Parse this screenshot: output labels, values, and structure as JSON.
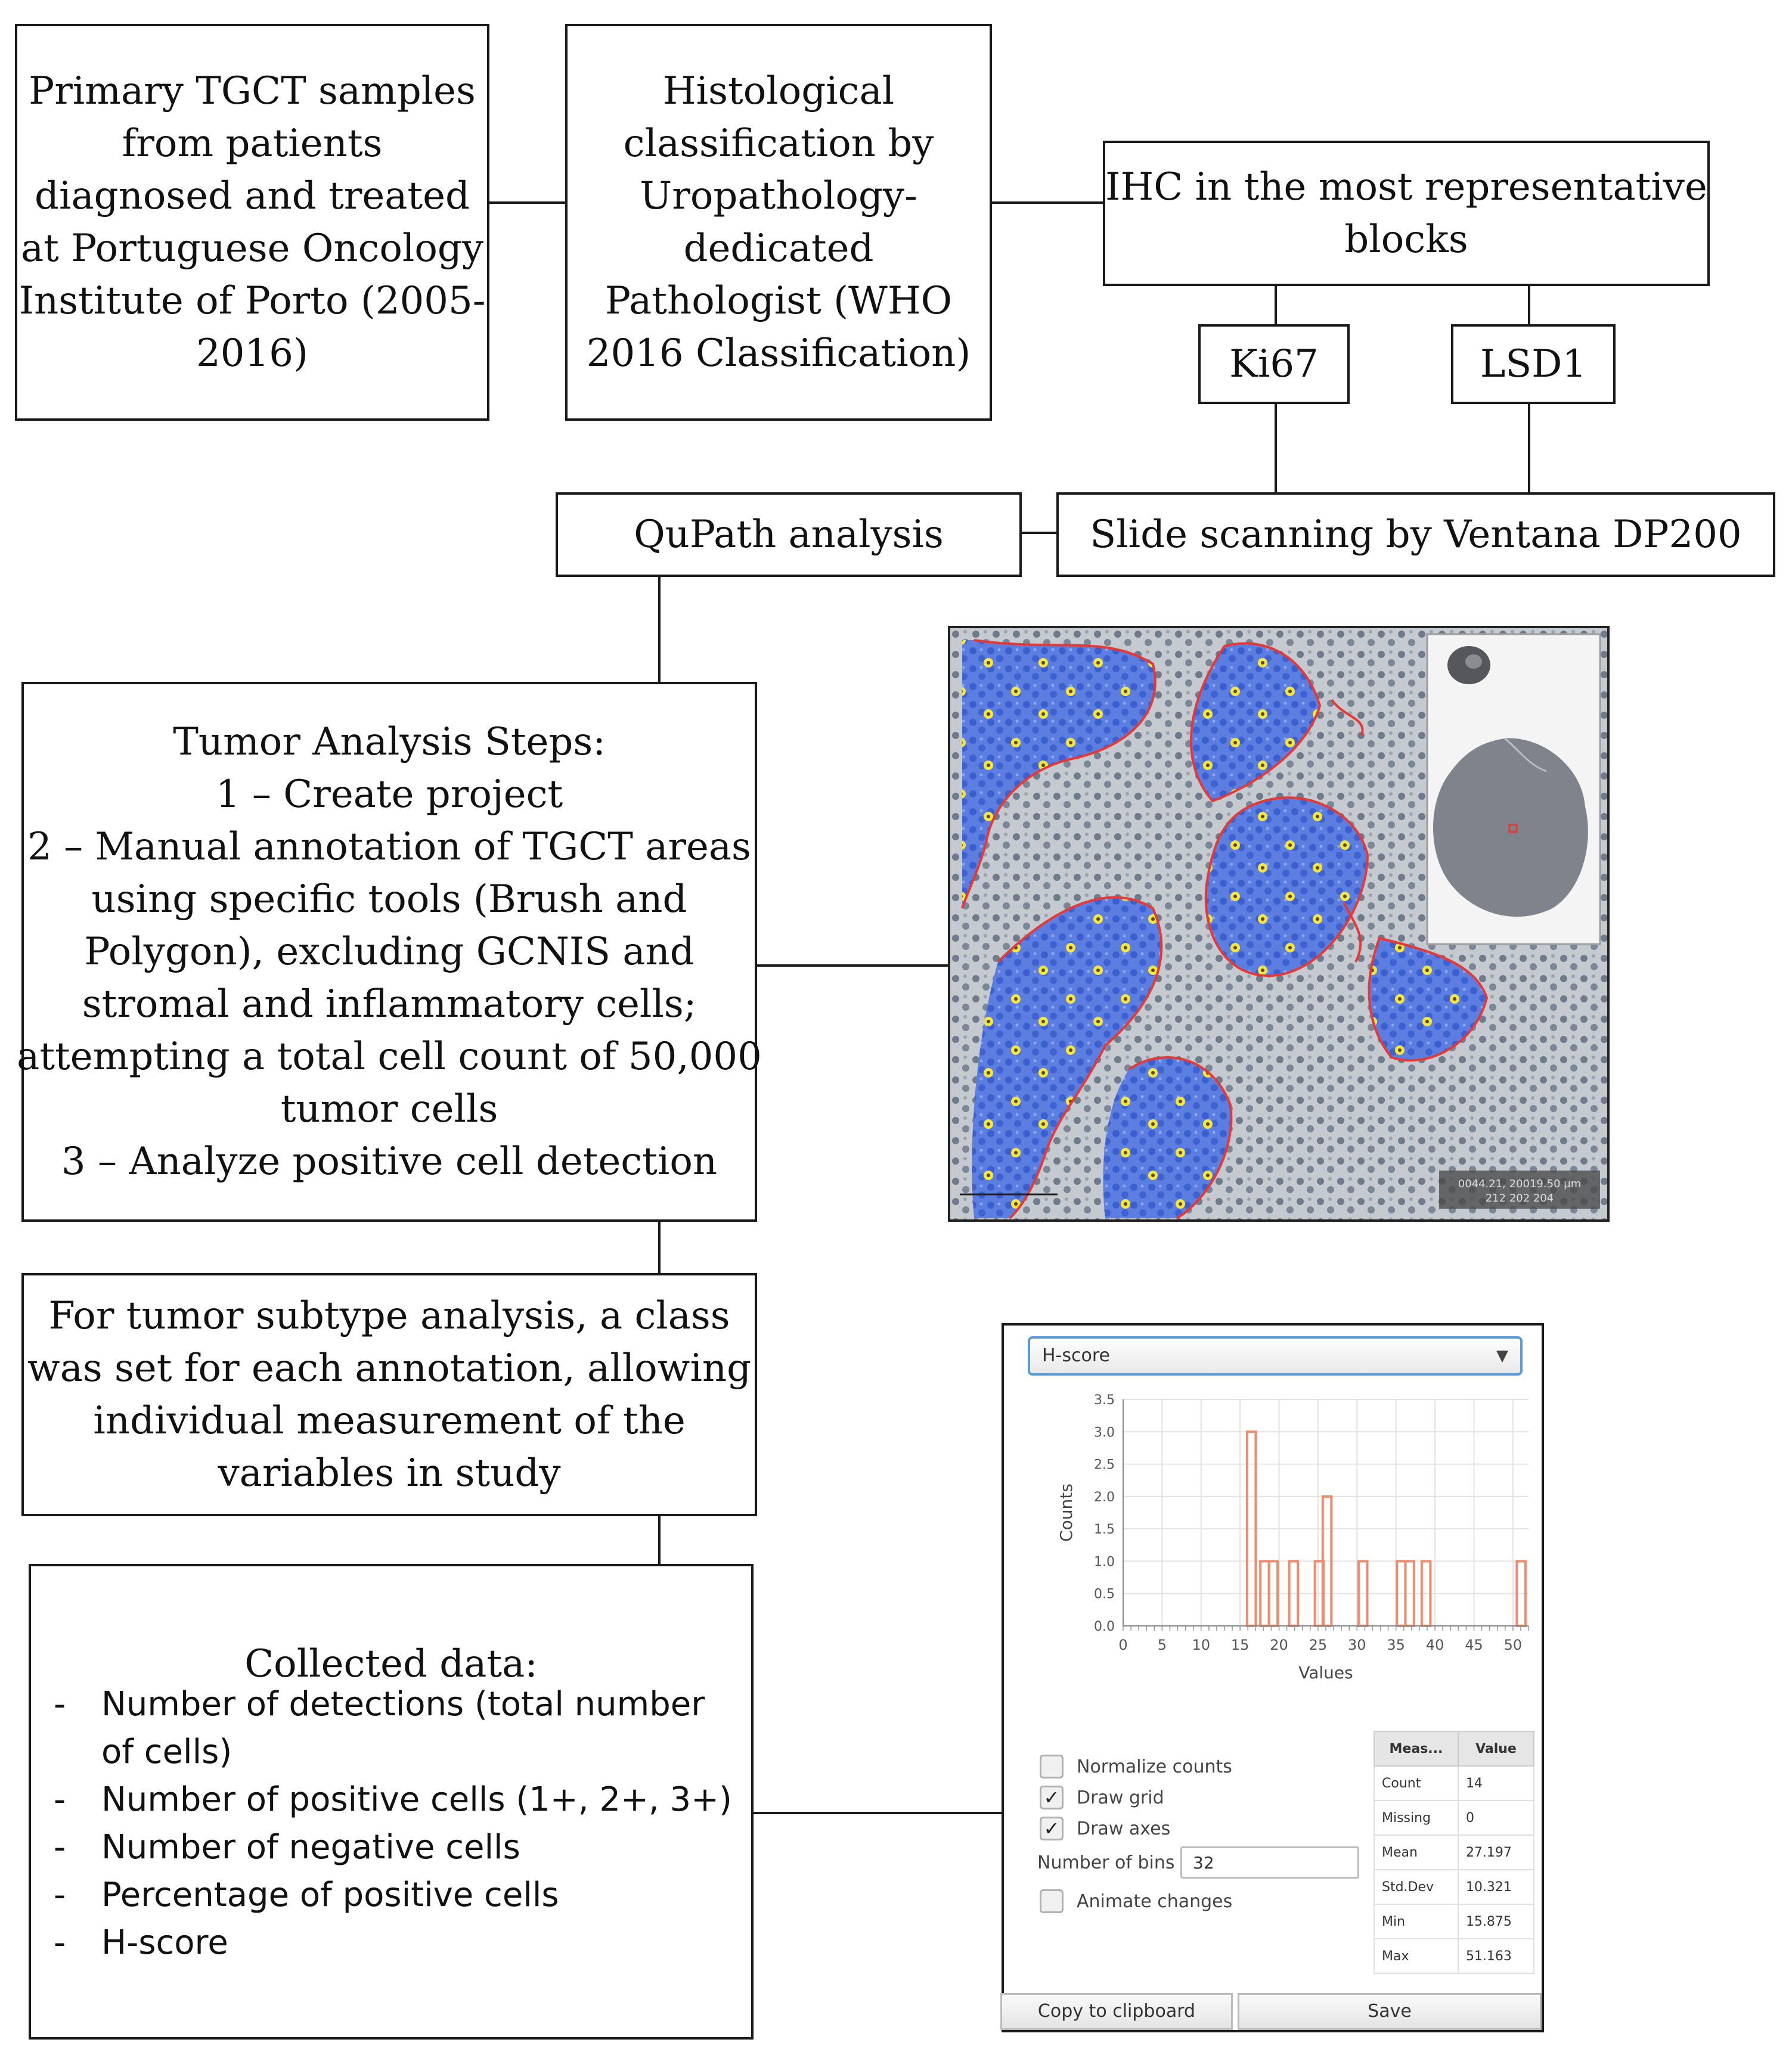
{
  "boxes": {
    "tgct_samples": [
      "Primary TGCT samples",
      "from patients",
      "diagnosed and treated",
      "at Portuguese Oncology",
      "Institute of Porto (2005-",
      "2016)"
    ],
    "histological": [
      "Histological",
      "classification by",
      "Uropathology-",
      "dedicated",
      "Pathologist (WHO",
      "2016 Classification)"
    ],
    "ihc": [
      "IHC in the most representative",
      "blocks"
    ],
    "ki67": "Ki67",
    "lsd1": "LSD1",
    "qupath": "QuPath analysis",
    "scanning": "Slide scanning by Ventana DP200",
    "tumor_steps": [
      "Tumor Analysis Steps:",
      "1 – Create project",
      "2 – Manual annotation of TGCT areas",
      "using specific tools (Brush and",
      "Polygon), excluding GCNIS and",
      "stromal and inflammatory cells;",
      "attempting a total cell count of 50,000",
      "tumor cells",
      "3 – Analyze positive cell detection"
    ],
    "subtype": [
      "For tumor subtype analysis, a class",
      "was set for each annotation, allowing",
      "individual measurement of the",
      "variables in study"
    ],
    "collected_title": "Collected data:",
    "collected_items": [
      [
        "Number of detections (total number",
        "of cells)"
      ],
      [
        "Number of positive cells (1+, 2+, 3+)"
      ],
      [
        "Number of negative cells"
      ],
      [
        "Percentage of positive cells"
      ],
      [
        "H-score"
      ]
    ],
    "bullet_mark": "-"
  },
  "histogram_panel": {
    "dropdown_value": "H-score",
    "options": {
      "normalize": "Normalize counts",
      "draw_grid": "Draw grid",
      "draw_axes": "Draw axes",
      "animate": "Animate changes"
    },
    "checks": {
      "normalize": false,
      "draw_grid": true,
      "draw_axes": true,
      "animate": false
    },
    "checkmark": "✓",
    "bins_label": "Number of bins",
    "bins_value": "32",
    "stats_header": [
      "Meas...",
      "Value"
    ],
    "stats": [
      [
        "Count",
        "14"
      ],
      [
        "Missing",
        "0"
      ],
      [
        "Mean",
        "27.197"
      ],
      [
        "Std.Dev",
        "10.321"
      ],
      [
        "Min",
        "15.875"
      ],
      [
        "Max",
        "51.163"
      ]
    ],
    "copy_button": "Copy to clipboard",
    "save_button": "Save",
    "bar_color": "#f08c6e"
  },
  "chart_data": {
    "type": "bar",
    "xlabel": "Values",
    "ylabel": "Counts",
    "xlim": [
      0,
      52
    ],
    "ylim": [
      0,
      3.5
    ],
    "xticks": [
      0,
      5,
      10,
      15,
      20,
      25,
      30,
      35,
      40,
      45,
      50
    ],
    "yticks": [
      "0.0",
      "0.5",
      "1.0",
      "1.5",
      "2.0",
      "2.5",
      "3.0",
      "3.5"
    ],
    "bin_width": 1.11,
    "bars": [
      {
        "x": 15.9,
        "value": 3
      },
      {
        "x": 17.6,
        "value": 1
      },
      {
        "x": 18.7,
        "value": 1
      },
      {
        "x": 21.3,
        "value": 1
      },
      {
        "x": 24.6,
        "value": 1
      },
      {
        "x": 25.6,
        "value": 2
      },
      {
        "x": 30.2,
        "value": 1
      },
      {
        "x": 35.1,
        "value": 1
      },
      {
        "x": 36.2,
        "value": 1
      },
      {
        "x": 38.3,
        "value": 1
      },
      {
        "x": 50.5,
        "value": 1
      }
    ]
  },
  "micrograph": {
    "scale_text": [
      "0044.21, 20019.50 µm",
      "212 202 204"
    ],
    "tissue_color": "#4a6fd8",
    "annotation_color": "#e53935",
    "positive_color": "#f4e642"
  }
}
